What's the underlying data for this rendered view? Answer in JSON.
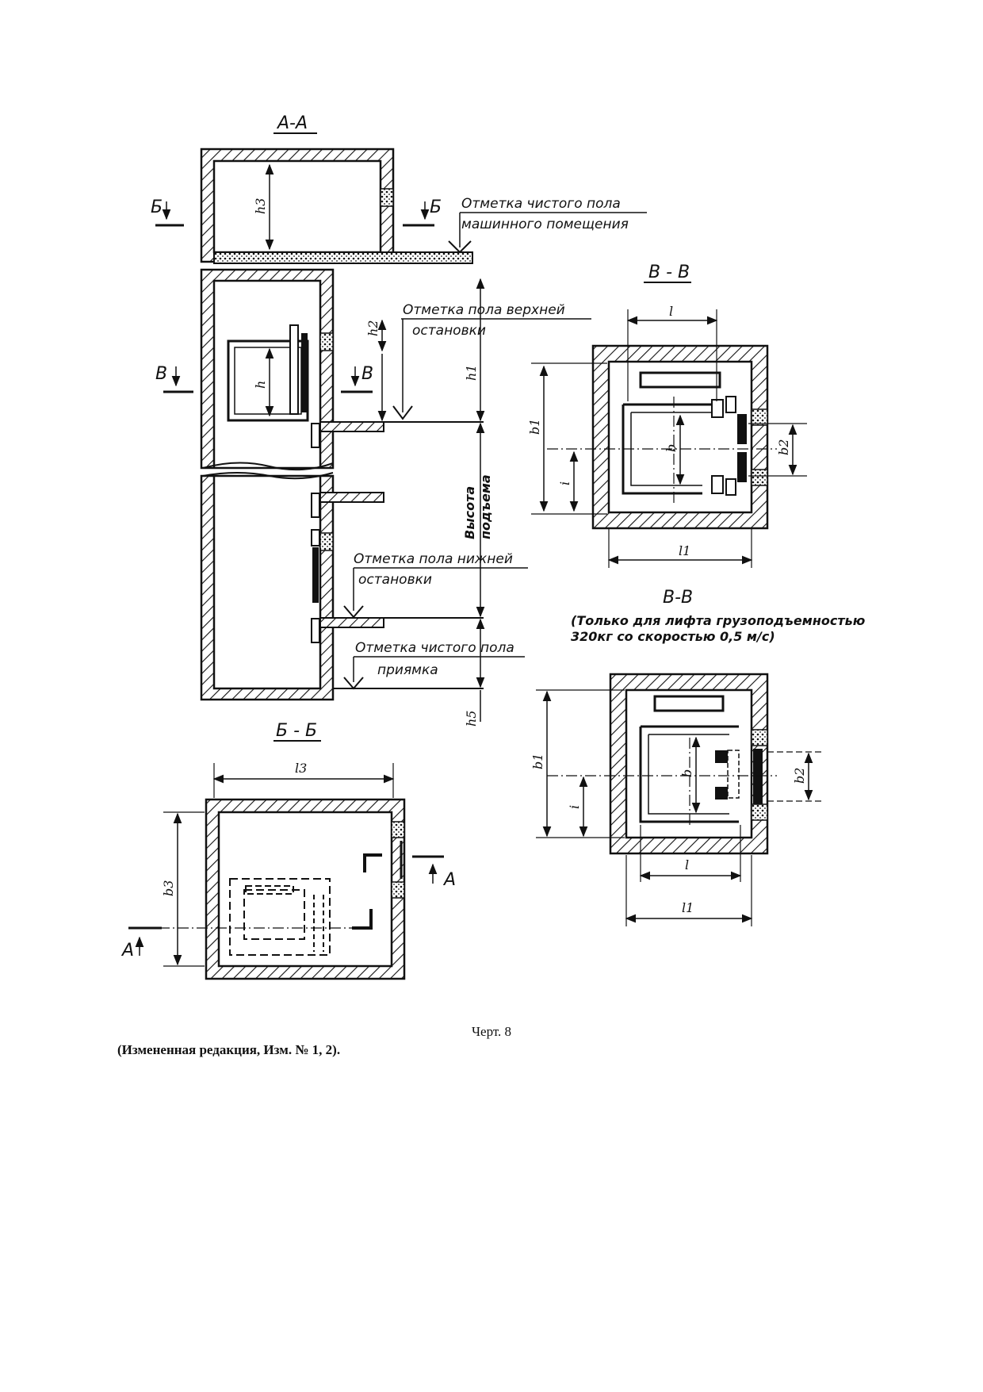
{
  "drawing": {
    "views": {
      "aa": "А-А",
      "bb": "Б - Б",
      "vv_top": "В - В",
      "vv_bottom": "В-В"
    },
    "section_marks": {
      "b_left": "Б",
      "b_right": "Б",
      "v_left": "В",
      "v_right": "В",
      "a_bottom": "А",
      "a_right": "А"
    },
    "callouts": {
      "machine_room_1": "Отметка чистого пола",
      "machine_room_2": "машинного помещения",
      "top_stop_1": "Отметка пола верхней",
      "top_stop_2": "остановки",
      "bottom_stop_1": "Отметка пола нижней",
      "bottom_stop_2": "остановки",
      "pit_1": "Отметка чистого пола",
      "pit_2": "приямка",
      "lift_height_1": "Высота",
      "lift_height_2": "подъема"
    },
    "note": {
      "line1": "(Только для лифта грузоподъемностью",
      "line2": "320кг со скоростью   0,5 м/с)"
    },
    "dimensions": {
      "h3": "h3",
      "h2": "h2",
      "h1": "h1",
      "h": "h",
      "h5": "h5",
      "l": "l",
      "l1": "l1",
      "l3": "l3",
      "b": "b",
      "b1": "b1",
      "b2": "b2",
      "b3": "b3",
      "i": "i"
    }
  },
  "caption": "Черт. 8",
  "amendment": "(Измененная редакция, Изм. № 1, 2)."
}
